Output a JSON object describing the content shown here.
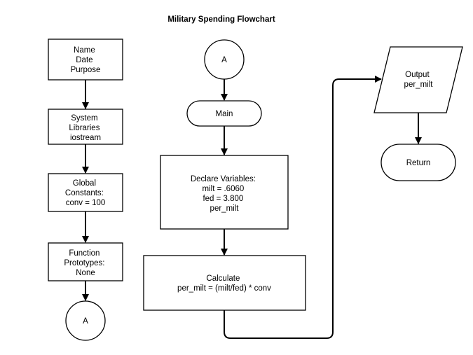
{
  "title": "Military Spending Flowchart",
  "nodes": {
    "header_block": [
      "Name",
      "Date",
      "Purpose"
    ],
    "libraries_block": [
      "System",
      "Libraries",
      "iostream"
    ],
    "constants_block": [
      "Global",
      "Constants:",
      "conv = 100"
    ],
    "prototypes_block": [
      "Function",
      "Prototypes:",
      "None"
    ],
    "connector_bottom": "A",
    "connector_top": "A",
    "main_terminal": "Main",
    "declare_block": [
      "Declare Variables:",
      "milt = .6060",
      "fed = 3.800",
      "per_milt"
    ],
    "calculate_block": [
      "Calculate",
      "per_milt = (milt/fed) * conv"
    ],
    "output_block": [
      "Output",
      "per_milt"
    ],
    "return_terminal": "Return"
  }
}
